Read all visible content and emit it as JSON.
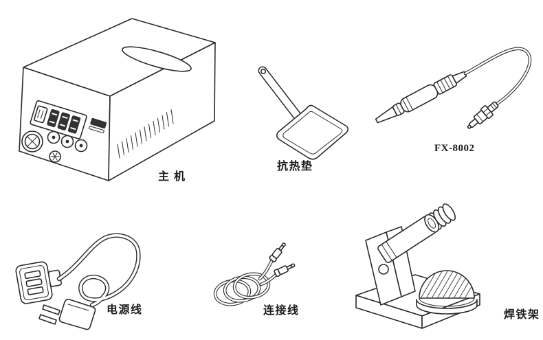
{
  "page": {
    "background": "#ffffff",
    "ink": "#2a2a2a"
  },
  "diagram": {
    "type": "labeled-parts-illustration",
    "description": "soldering station kit contents",
    "items": [
      {
        "id": "main-unit",
        "label": "主 机"
      },
      {
        "id": "heat-resistant-pad",
        "label": "抗热垫"
      },
      {
        "id": "soldering-iron",
        "label": "FX-8002"
      },
      {
        "id": "power-cord",
        "label": "电源线"
      },
      {
        "id": "connection-cable",
        "label": "连接线"
      },
      {
        "id": "iron-stand",
        "label": "焊铁架"
      }
    ]
  }
}
